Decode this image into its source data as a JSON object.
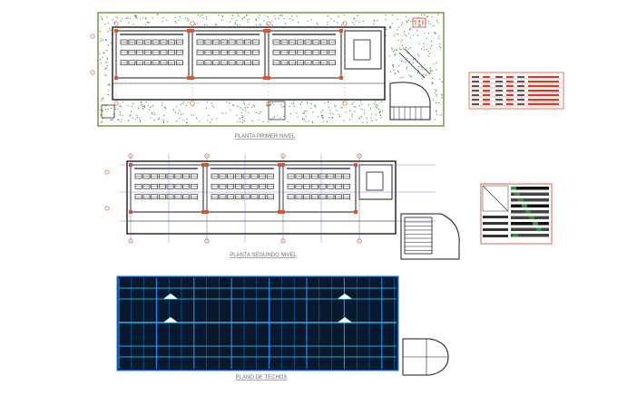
{
  "captions": {
    "first_floor": "PLANTA PRIMER NIVEL",
    "second_floor": "PLANTA SEGUNDO NIVEL",
    "roof": "PLANO DE TECHOS"
  },
  "colors": {
    "wall": "#1a1a1a",
    "grid_line": "#3b5bd9",
    "axis_marker": "#e0562a",
    "column_fill": "#e0562a",
    "furniture": "#2b2b2b",
    "vegetation": "#2e8b3a",
    "perimeter": "#6b8f3a",
    "roof_fill": "#0a1a2e",
    "roof_frame": "#1e90ff",
    "roof_cyan": "#34d0ff",
    "table_red": "#d23b2b",
    "table_green": "#2f8f3a"
  },
  "icons": {
    "north_arrow": "north-arrow-icon",
    "axis_bubble": "axis-bubble-icon",
    "staircase": "staircase-icon"
  }
}
